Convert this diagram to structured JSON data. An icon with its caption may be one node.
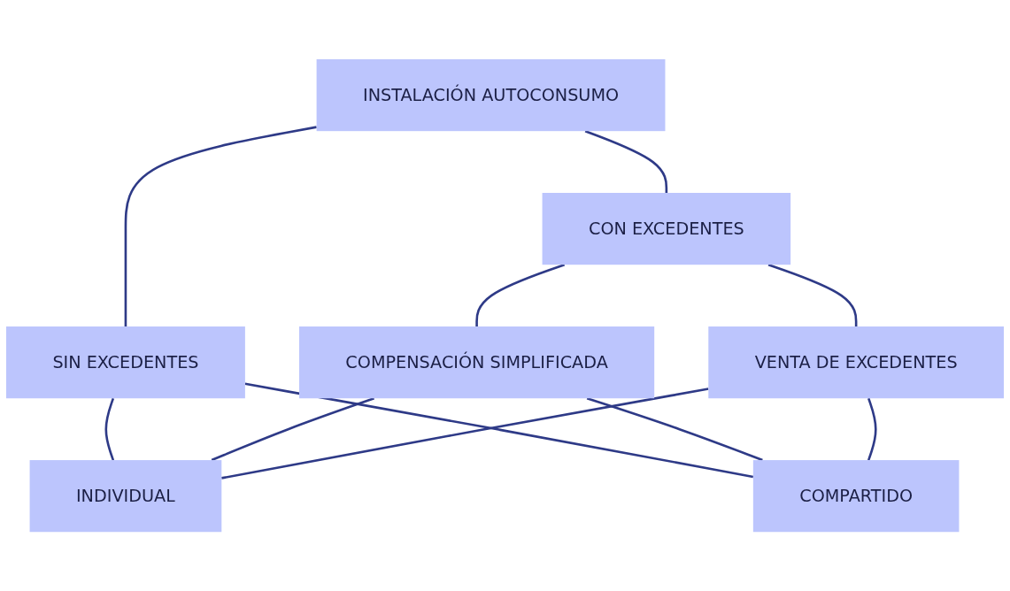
{
  "diagram": {
    "nodes": [
      {
        "text": [
          "INSTALACIÓN AUTOCONSUMO"
        ]
      },
      {
        "text": [
          "SIN EXCEDENTES"
        ]
      },
      {
        "text": [
          "CON EXCEDENTES"
        ]
      },
      {
        "text": [
          "COMPENSACIÓN SIMPLIFICADA"
        ]
      },
      {
        "text": [
          "VENTA DE EXCEDENTES"
        ]
      },
      {
        "text": [
          "INDIVIDUAL"
        ]
      },
      {
        "text": [
          "COMPARTIDO"
        ]
      }
    ],
    "edges": [
      {
        "from": 0,
        "to": 1,
        "arrow": "none"
      },
      {
        "from": 0,
        "to": 2,
        "arrow": "none"
      },
      {
        "from": 2,
        "to": 3,
        "arrow": "none"
      },
      {
        "from": 2,
        "to": 4,
        "arrow": "none"
      },
      {
        "from": 1,
        "to": 5,
        "arrow": "none"
      },
      {
        "from": 1,
        "to": 6,
        "arrow": "none"
      },
      {
        "from": 3,
        "to": 5,
        "arrow": "none"
      },
      {
        "from": 3,
        "to": 6,
        "arrow": "none"
      },
      {
        "from": 4,
        "to": 5,
        "arrow": "none"
      },
      {
        "from": 4,
        "to": 6,
        "arrow": "none"
      }
    ]
  }
}
